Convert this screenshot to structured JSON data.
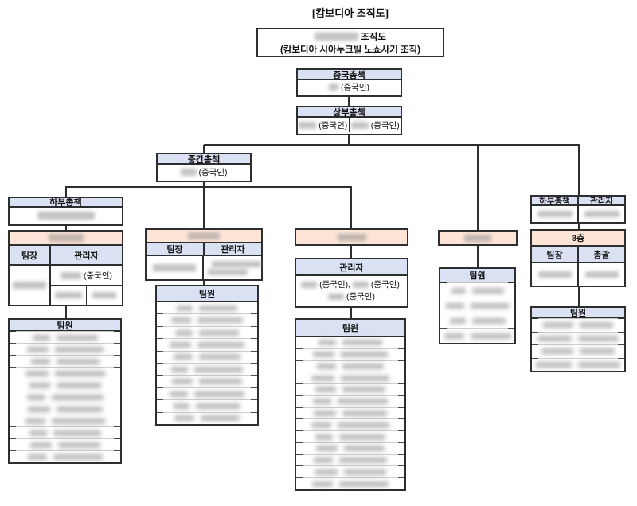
{
  "page": {
    "title": "[캄보디아 조직도]"
  },
  "subtitle_box": {
    "line1_suffix": "조직도",
    "line2": "(캄보디아 시아누크빌 노쇼사기 조직)"
  },
  "nodes": {
    "china_head": {
      "label": "중국총책",
      "member": "(중국인)"
    },
    "upper_head": {
      "label": "상부총책",
      "member1": "(중국인)",
      "member2": "(중국인)"
    },
    "mid_head": {
      "label": "중간총책",
      "member": "(중국인)"
    },
    "lower_left": {
      "label": "하부총책"
    },
    "team1": {
      "leader_label": "팀장",
      "manager_label": "관리자",
      "manager_note": "(중국인)"
    },
    "team2": {
      "leader_label": "팀장",
      "manager_label": "관리자"
    },
    "team3": {
      "manager_label": "관리자",
      "m1": "(중국인),",
      "m2": "(중국인),",
      "m3": "(중국인)"
    },
    "lower_right": {
      "label": "하부총책",
      "manager_label": "관리자"
    },
    "floor8": {
      "label": "8층",
      "leader_label": "팀장",
      "chief_label": "총괄"
    },
    "members_label": "팀원"
  },
  "member_tables": {
    "team1": {
      "rows": 11
    },
    "team2": {
      "rows": 10
    },
    "team3": {
      "rows": 13
    },
    "team4": {
      "rows": 4
    },
    "team5": {
      "rows": 4
    }
  },
  "colors": {
    "header_blue": "#d9e1f2",
    "peach": "#fce4d6",
    "line": "#2e2e2e"
  }
}
